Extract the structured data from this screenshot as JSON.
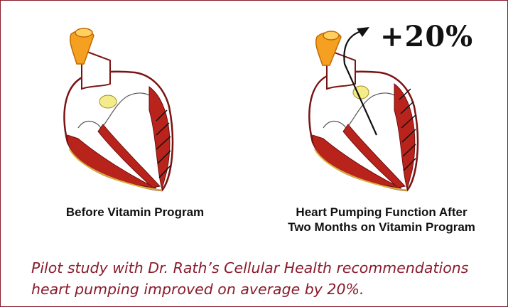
{
  "figures": {
    "before": {
      "caption": "Before Vitamin Program"
    },
    "after": {
      "caption_line1": "Heart Pumping Function After",
      "caption_line2": "Two Months on Vitamin Program",
      "improvement_label": "+20%"
    }
  },
  "note": {
    "line1": "Pilot study with Dr. Rath’s Cellular Health recommendations",
    "line2": "heart pumping improved on average by 20%."
  },
  "colors": {
    "frame": "#8a1b2c",
    "note_text": "#8a1b2c",
    "heart_wall": "#b8231c",
    "aorta": "#f5a020",
    "valve": "#f4ec8a"
  }
}
